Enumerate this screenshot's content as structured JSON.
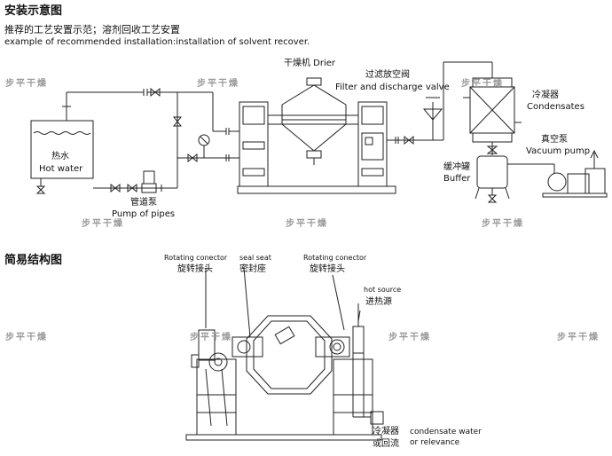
{
  "header": {
    "title": "安装示意图",
    "subtitle_cn": "推荐的工艺安置示范；溶剂回收工艺安置",
    "subtitle_en": "example of recommended installation:installation of solvent recover."
  },
  "watermark": "步平干燥",
  "install": {
    "drier": "干燥机 Drier",
    "filter_cn": "过滤放空阀",
    "filter_en": "Filter and discharge valve",
    "condenser_cn": "冷凝器",
    "condenser_en": "Condensates",
    "vacuum_cn": "真空泵",
    "vacuum_en": "Vacuum pump",
    "buffer_cn": "缓冲罐",
    "buffer_en": "Buffer",
    "hotwater_cn": "热水",
    "hotwater_en": "Hot water",
    "pipepump_cn": "管道泵",
    "pipepump_en": "Pump of pipes"
  },
  "structure": {
    "title": "简易结构图",
    "rot_left_en": "Rotating conector",
    "rot_left_cn": "旋转接头",
    "seal_en": "seal seat",
    "seal_cn": "密封座",
    "rot_right_en": "Rotating conector",
    "rot_right_cn": "旋转接头",
    "hot_en": "hot source",
    "hot_cn": "进热源",
    "cond_cn1": "冷凝器",
    "cond_cn2": "或回流",
    "cond_en1": "condensate water",
    "cond_en2": "or relevance"
  }
}
